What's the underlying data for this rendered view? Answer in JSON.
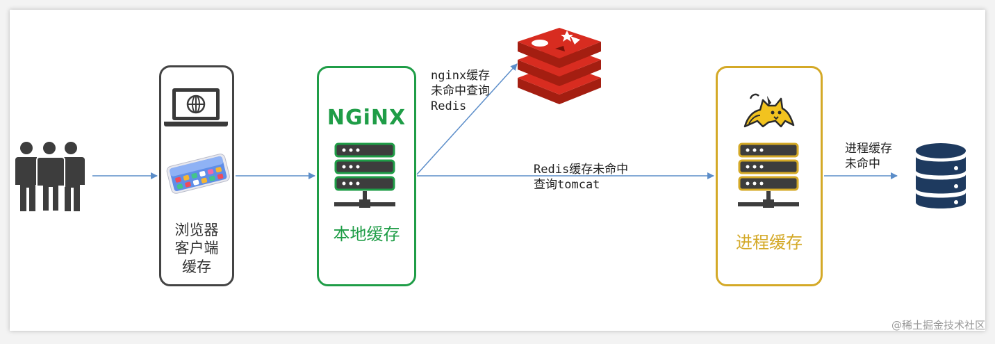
{
  "nodes": {
    "browser_cache": {
      "caption": "浏览器\n客户端\n缓存"
    },
    "nginx": {
      "logo_text": "NGiNX",
      "caption": "本地缓存"
    },
    "tomcat": {
      "caption": "进程缓存"
    }
  },
  "edges": {
    "nginx_to_redis": "nginx缓存\n未命中查询\nRedis",
    "nginx_to_tomcat": "Redis缓存未命中\n查询tomcat",
    "tomcat_to_db": "进程缓存\n未命中"
  },
  "watermark": "@稀土掘金技术社区",
  "colors": {
    "nginx": "#1f9d47",
    "tomcat": "#d4a927",
    "browser": "#444444",
    "redis": "#d82c20",
    "database": "#1e3a5f",
    "arrow": "#5b8dc9",
    "users": "#3d3d3d"
  },
  "icons": [
    "users-icon",
    "laptop-icon",
    "phone-icon",
    "server-icon",
    "redis-icon",
    "tomcat-icon",
    "database-icon"
  ]
}
